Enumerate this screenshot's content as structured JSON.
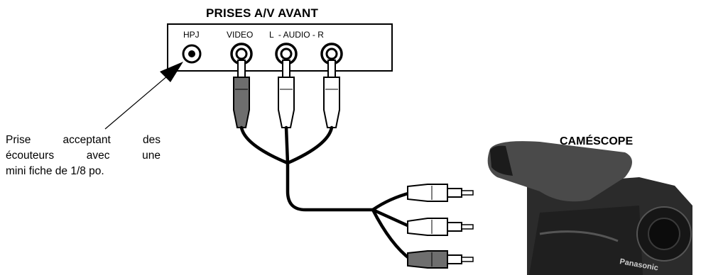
{
  "panel": {
    "title": "PRISES A/V AVANT",
    "jacks": [
      {
        "label": "HPJ",
        "id": "hpj"
      },
      {
        "label": "VIDEO",
        "id": "video"
      },
      {
        "label": "L  - AUDIO - R",
        "id": "audio"
      }
    ]
  },
  "note": {
    "lines": [
      "Prise acceptant des",
      "écouteurs avec une",
      "mini fiche de 1/8 po."
    ]
  },
  "device": {
    "label": "CAMÉSCOPE",
    "brand": "Panasonic"
  },
  "colors": {
    "line": "#000000",
    "plug_video": "#6e6e6e",
    "plug_audio": "#ffffff",
    "camera_body": "#2b2b2b"
  }
}
